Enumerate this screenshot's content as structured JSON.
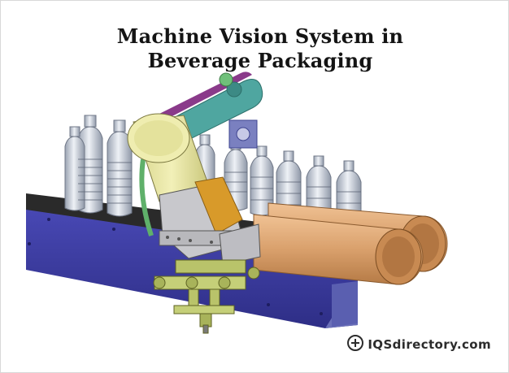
{
  "title": {
    "line1": "Machine Vision System in",
    "line2": "Beverage Packaging"
  },
  "watermark": {
    "text": "IQSdirectory.com",
    "icon": "iqs-logo-icon"
  },
  "colors": {
    "conveyor_body": "#3b3aa0",
    "conveyor_top": "#2a2a2a",
    "camera_body": "#e8e6a0",
    "rollers": "#d9a06c",
    "belt_arm": "#4fa6a0",
    "mount_orange": "#d89a2a",
    "nozzle_assembly": "#b9c36a",
    "bottles": "#c9ced8"
  }
}
